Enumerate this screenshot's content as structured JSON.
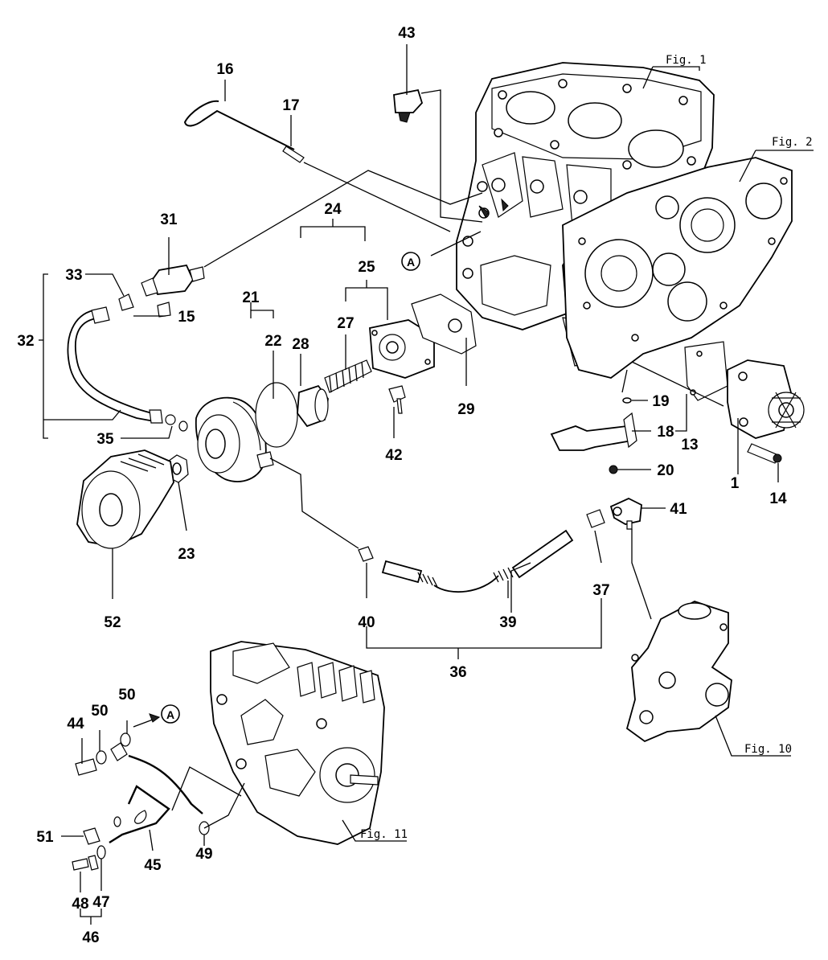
{
  "callouts": {
    "c1": "1",
    "c13": "13",
    "c14": "14",
    "c15": "15",
    "c16": "16",
    "c17": "17",
    "c18": "18",
    "c19": "19",
    "c20": "20",
    "c21": "21",
    "c22": "22",
    "c23": "23",
    "c24": "24",
    "c25": "25",
    "c27": "27",
    "c28": "28",
    "c29": "29",
    "c31": "31",
    "c32": "32",
    "c33": "33",
    "c35": "35",
    "c36": "36",
    "c37": "37",
    "c39": "39",
    "c40": "40",
    "c41": "41",
    "c42": "42",
    "c43": "43",
    "c44": "44",
    "c45": "45",
    "c46": "46",
    "c47": "47",
    "c48": "48",
    "c49": "49",
    "c50a": "50",
    "c50b": "50",
    "c51": "51",
    "c52": "52"
  },
  "figure_refs": {
    "fig1": "Fig. 1",
    "fig2": "Fig. 2",
    "fig10": "Fig. 10",
    "fig11": "Fig. 11"
  },
  "markers": {
    "a_top": "A",
    "a_bottom": "A"
  }
}
